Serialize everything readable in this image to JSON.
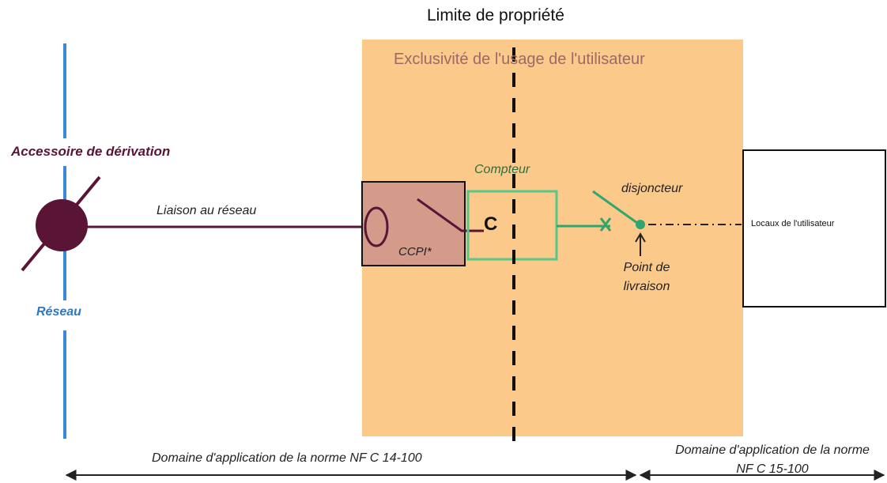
{
  "title": "Limite de propriété",
  "zone_title": "Exclusivité de l'usage de l'utilisateur",
  "labels": {
    "accessoire": "Accessoire de dérivation",
    "reseau": "Réseau",
    "liaison": "Liaison au réseau",
    "ccpi": "CCPI*",
    "compteur": "Compteur",
    "c": "C",
    "disjoncteur": "disjoncteur",
    "point_livraison": "Point de livraison",
    "locaux": "Locaux de l'utilisateur",
    "domaine_14100": "Domaine d'application de la norme NF C 14-100",
    "domaine_15100": "Domaine d'application de la norme NF C 15-100"
  },
  "colors": {
    "zone_fill": "#fbc98a",
    "ccpi_fill": "#d49a8a",
    "network_line": "#3a8ad8",
    "connector": "#5a1436",
    "meter": "#56c88a",
    "dashdot": "#222222"
  }
}
